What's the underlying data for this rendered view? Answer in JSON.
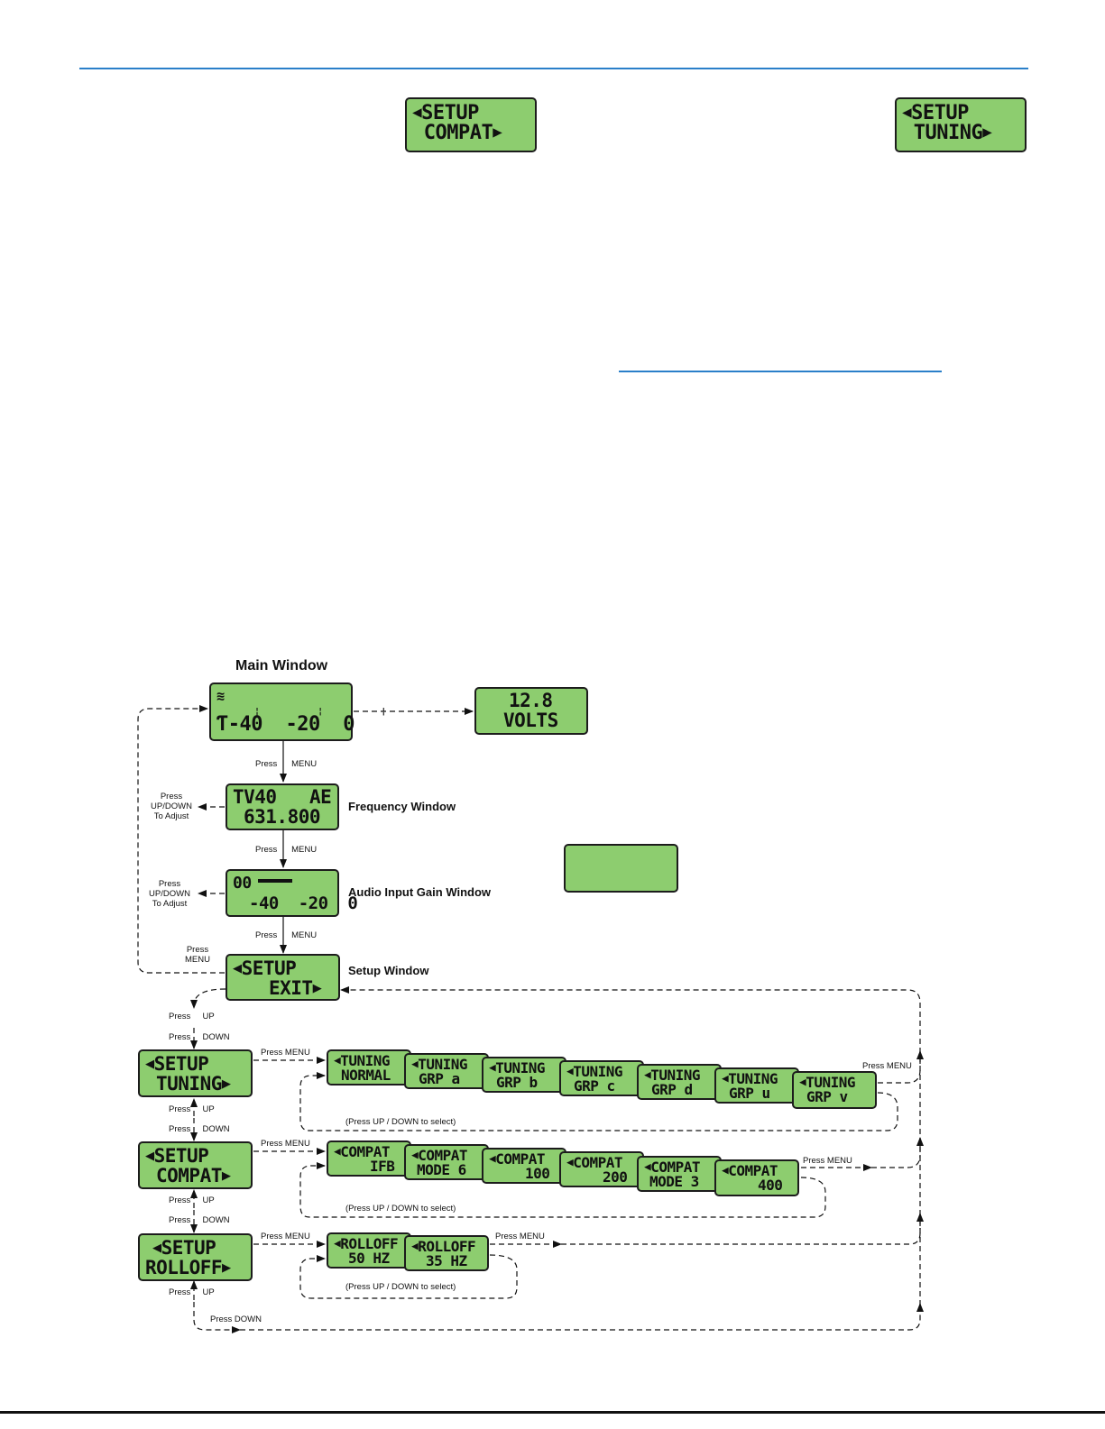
{
  "top_displays": {
    "compat": [
      "SETUP",
      "COMPAT"
    ],
    "tuning": [
      "SETUP",
      "TUNING"
    ]
  },
  "diagram": {
    "title": "Main Window",
    "main_window": {
      "line2": "-40  -20  0"
    },
    "volts_window": [
      "12.8",
      "VOLTS"
    ],
    "frequency_window": {
      "lines": [
        "TV40   AE",
        "631.800"
      ],
      "label": "Frequency Window"
    },
    "audio_gain_window": {
      "line2": "-40  -20  0",
      "label": "Audio Input Gain Window"
    },
    "setup_window": {
      "lines": [
        "SETUP",
        "EXIT"
      ],
      "label": "Setup Window"
    },
    "setup_tuning": [
      "SETUP",
      "TUNING"
    ],
    "setup_compat": [
      "SETUP",
      "COMPAT"
    ],
    "setup_rolloff": [
      "SETUP",
      "ROLLOFF"
    ],
    "tuning_options": [
      [
        "TUNING",
        "NORMAL"
      ],
      [
        "TUNING",
        "GRP a"
      ],
      [
        "TUNING",
        "GRP b"
      ],
      [
        "TUNING",
        "GRP c"
      ],
      [
        "TUNING",
        "GRP d"
      ],
      [
        "TUNING",
        "GRP u"
      ],
      [
        "TUNING",
        "GRP v"
      ]
    ],
    "compat_options": [
      [
        "COMPAT",
        "IFB"
      ],
      [
        "COMPAT",
        "MODE 6"
      ],
      [
        "COMPAT",
        "100"
      ],
      [
        "COMPAT",
        "200"
      ],
      [
        "COMPAT",
        "MODE 3"
      ],
      [
        "COMPAT",
        "400"
      ]
    ],
    "rolloff_options": [
      [
        "ROLLOFF",
        "50 HZ"
      ],
      [
        "ROLLOFF",
        "35 HZ"
      ]
    ],
    "notes": {
      "press_menu": "Press MENU",
      "press": "Press",
      "menu": "MENU",
      "up": "UP",
      "down": "DOWN",
      "press_down": "Press DOWN",
      "adjust": [
        "Press",
        "UP/DOWN",
        "To Adjust"
      ],
      "select": "(Press UP / DOWN to select)"
    }
  },
  "colors": {
    "lcd": "#8dcd6f",
    "rule": "#2a7fc9",
    "legend_arrow": "#d0321d"
  }
}
